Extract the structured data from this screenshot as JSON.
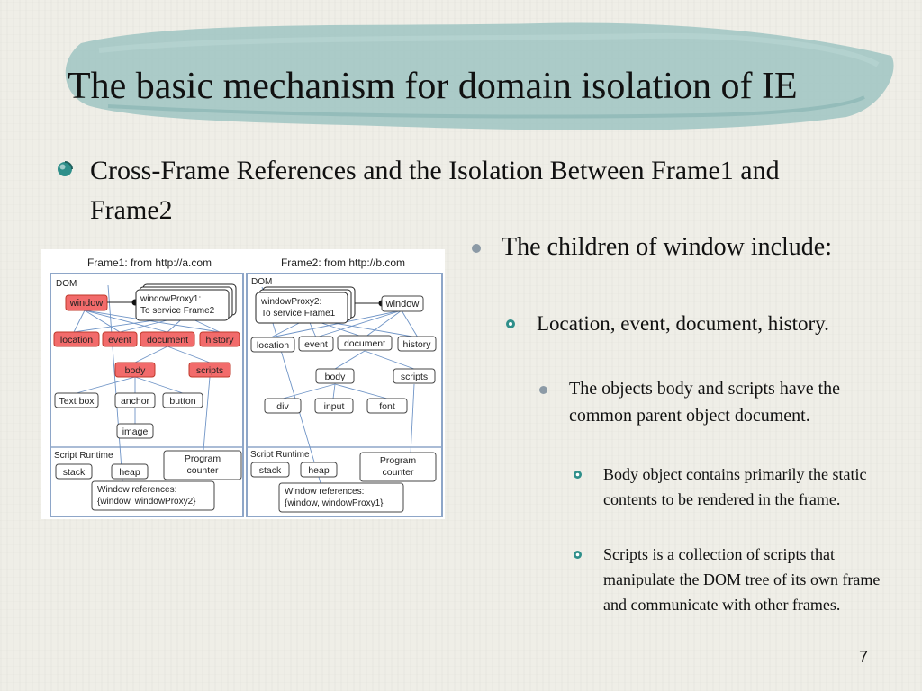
{
  "slide": {
    "title": "The basic mechanism for domain isolation of IE",
    "page_number": "7",
    "main_bullet": "Cross-Frame References and the Isolation Between Frame1 and Frame2",
    "children_bullet": "The children of window include:",
    "children_sub": "Location, event, document, history.",
    "common_parent": "The objects body and scripts have the common parent object document.",
    "body_note": "Body object contains primarily the static contents to be rendered in the frame.",
    "scripts_note": "Scripts is a collection of scripts that manipulate the DOM tree of its own frame and communicate with other frames."
  },
  "diagram": {
    "frame1": {
      "header": "Frame1: from http://a.com",
      "dom_label": "DOM",
      "window": "window",
      "proxy_line1": "windowProxy1:",
      "proxy_line2": "To service Frame2",
      "children": [
        "location",
        "event",
        "document",
        "history"
      ],
      "body": "body",
      "scripts": "scripts",
      "body_children": [
        "Text box",
        "anchor",
        "button"
      ],
      "image": "image",
      "runtime_label": "Script Runtime",
      "stack": "stack",
      "heap": "heap",
      "program_line1": "Program",
      "program_line2": "counter",
      "refs_line1": "Window references:",
      "refs_line2": "{window, windowProxy2}"
    },
    "frame2": {
      "header": "Frame2: from http://b.com",
      "dom_label": "DOM",
      "window": "window",
      "proxy_line1": "windowProxy2:",
      "proxy_line2": "To service Frame1",
      "children": [
        "location",
        "event",
        "document",
        "history"
      ],
      "body": "body",
      "scripts": "scripts",
      "body_children": [
        "div",
        "input",
        "font"
      ],
      "runtime_label": "Script Runtime",
      "stack": "stack",
      "heap": "heap",
      "program_line1": "Program",
      "program_line2": "counter",
      "refs_line1": "Window references:",
      "refs_line2": "{window, windowProxy1}"
    }
  },
  "colors": {
    "swash": "#9fc4c2",
    "highlight_fill": "#f26b6b",
    "highlight_stroke": "#c0392b",
    "frame_border": "#8ea6c8",
    "bullet_teal": "#2f8f8a",
    "bullet_gray": "#8c9aa6"
  }
}
